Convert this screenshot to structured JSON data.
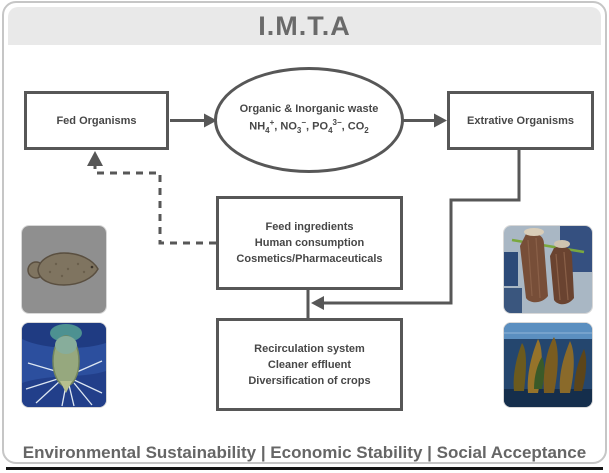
{
  "header": {
    "title": "I.M.T.A"
  },
  "diagram": {
    "fed_organisms": {
      "label": "Fed Organisms"
    },
    "waste": {
      "title": "Organic & Inorganic waste",
      "formula": [
        {
          "base": "NH",
          "sub": "4",
          "sup": "+",
          "sep": ", "
        },
        {
          "base": "NO",
          "sub": "3",
          "sup": "−",
          "sep": ", "
        },
        {
          "base": "PO",
          "sub": "4",
          "sup": "3−",
          "sep": ", "
        },
        {
          "base": "CO",
          "sub": "2",
          "sup": "",
          "sep": ""
        }
      ]
    },
    "extractive_organisms": {
      "label": "Extrative Organisms"
    },
    "products": {
      "lines": [
        "Feed ingredients",
        "Human consumption",
        "Cosmetics/Pharmaceuticals"
      ]
    },
    "benefits": {
      "lines": [
        "Recirculation system",
        "Cleaner effluent",
        "Diversification of crops"
      ]
    },
    "photos": [
      {
        "label": "flatfish"
      },
      {
        "label": "shrimp"
      },
      {
        "label": "harvested seaweed ropes"
      },
      {
        "label": "kelp in water"
      }
    ]
  },
  "footer": {
    "caption": "Environmental Sustainability | Economic Stability | Social Acceptance"
  },
  "colors": {
    "line": "#575757",
    "header_bg": "#e9e9e9",
    "title_text": "#6a6a6a",
    "box_text": "#474747"
  }
}
